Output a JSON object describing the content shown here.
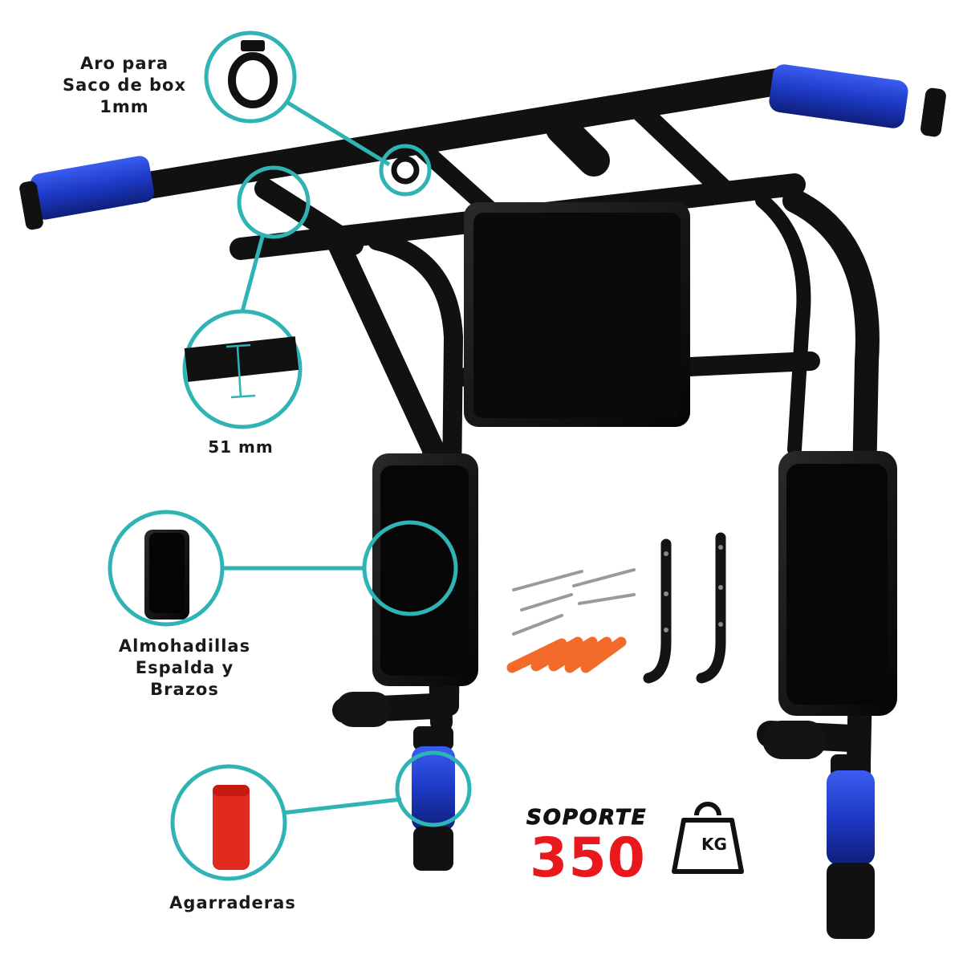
{
  "callouts": {
    "ring": {
      "lines": [
        "Aro para",
        "Saco de box",
        "1mm"
      ]
    },
    "tube": {
      "lines": [
        "51 mm"
      ]
    },
    "pads": {
      "lines": [
        "Almohadillas",
        "Espalda y",
        "Brazos"
      ]
    },
    "grips": {
      "lines": [
        "Agarraderas"
      ]
    }
  },
  "capacity": {
    "label": "SOPORTE",
    "value": "350",
    "unit": "KG"
  },
  "colors": {
    "frame": "#111111",
    "grip_blue": "#1f3fd1",
    "callout_teal": "#2fb3b5",
    "capacity_red": "#e8181c",
    "anchor_orange": "#f26b2b",
    "grip_red": "#e02a1e"
  }
}
